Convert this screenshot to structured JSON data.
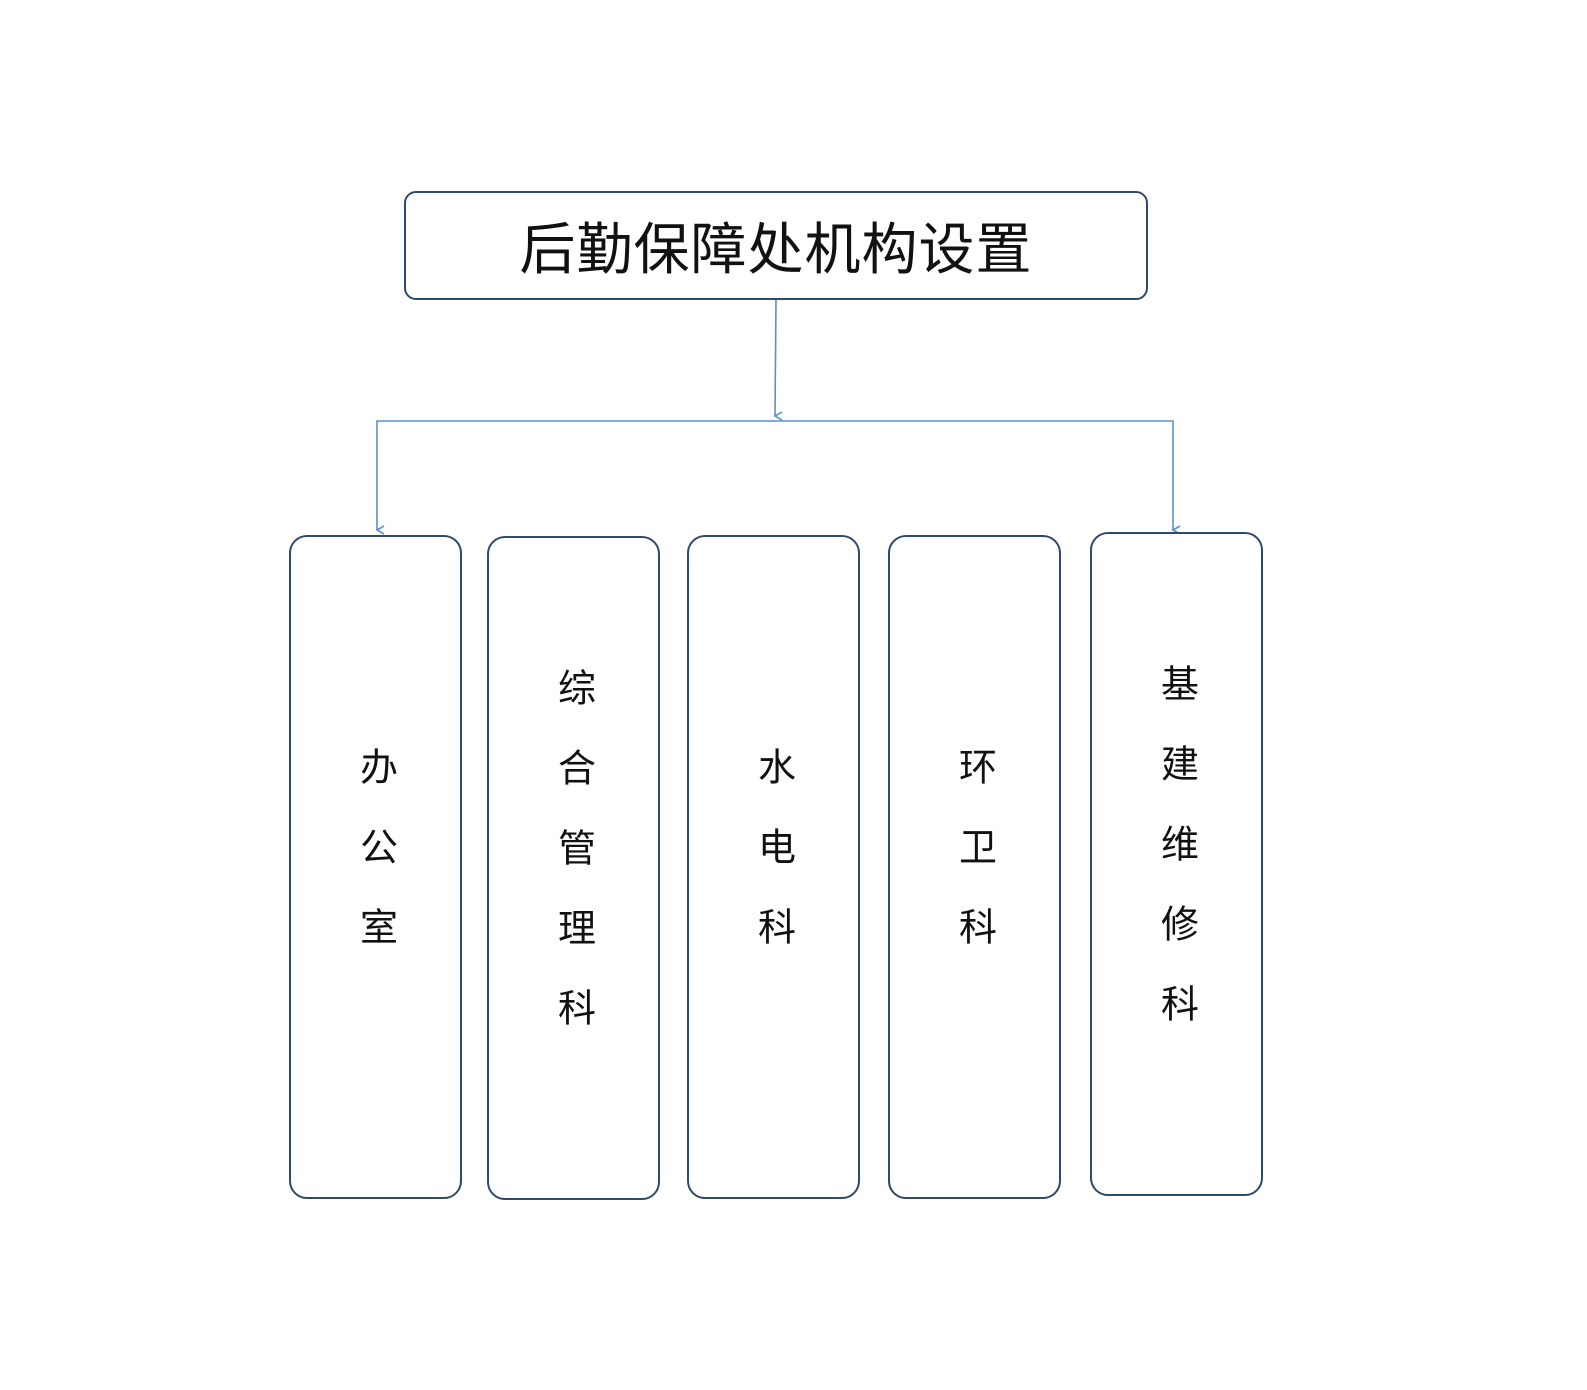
{
  "title": "后勤保障处机构设置",
  "departments": [
    "办公室",
    "综合管理科",
    "水电科",
    "环卫科",
    "基建维修科"
  ],
  "colors": {
    "box_border": "#2f4a6b",
    "connector": "#5b8fc7",
    "text": "#111111",
    "background": "#ffffff"
  }
}
